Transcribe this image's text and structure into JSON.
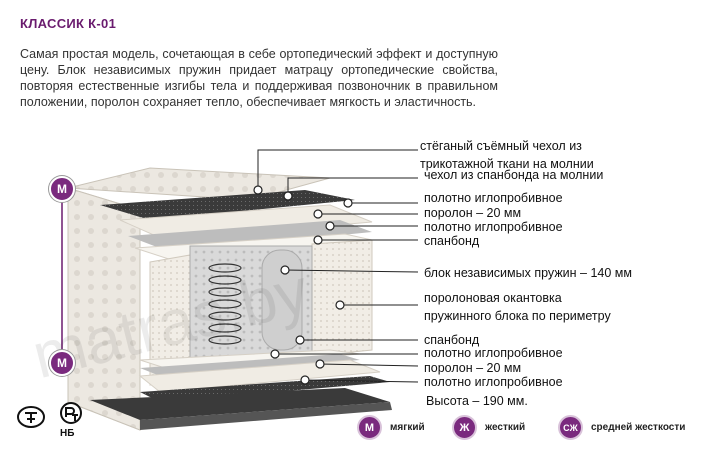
{
  "header": {
    "title": "КЛАССИК К-01"
  },
  "description": "Самая простая модель, сочетающая в себе ортопедический эффект и доступную цену. Блок независимых пружин придает матрацу ортопедические свойства, повторяя естественные изгибы тела и поддерживая позвоночник в правильном положении, поролон сохраняет тепло, обеспечивает мягкость и эластичность.",
  "layers": [
    {
      "line1": "стёганый съёмный чехол из",
      "line2": "трикотажной ткани на молнии"
    },
    {
      "line1": "чехол из спанбонда на молнии"
    },
    {
      "line1": "полотно иглопробивное"
    },
    {
      "line1": "поролон – 20 мм"
    },
    {
      "line1": "полотно иглопробивное"
    },
    {
      "line1": "спанбонд"
    },
    {
      "line1": "блок независимых пружин – 140 мм"
    },
    {
      "line1": "поролоновая окантовка",
      "line2": "пружинного блока по периметру"
    },
    {
      "line1": "спанбонд"
    },
    {
      "line1": "полотно иглопробивное"
    },
    {
      "line1": "поролон – 20 мм"
    },
    {
      "line1": "полотно иглопробивное"
    }
  ],
  "height_text": "Высота – 190 мм.",
  "side_badges": {
    "top": "М",
    "bottom": "М"
  },
  "legend": [
    {
      "badge": "М",
      "label": "мягкий"
    },
    {
      "badge": "Ж",
      "label": "жесткий"
    },
    {
      "badge": "СЖ",
      "label": "средней жесткости"
    }
  ],
  "certification": {
    "mark_text": "НБ"
  },
  "watermark": "matras.by",
  "colors": {
    "accent": "#7a2a7e",
    "title": "#6a1b6e"
  }
}
